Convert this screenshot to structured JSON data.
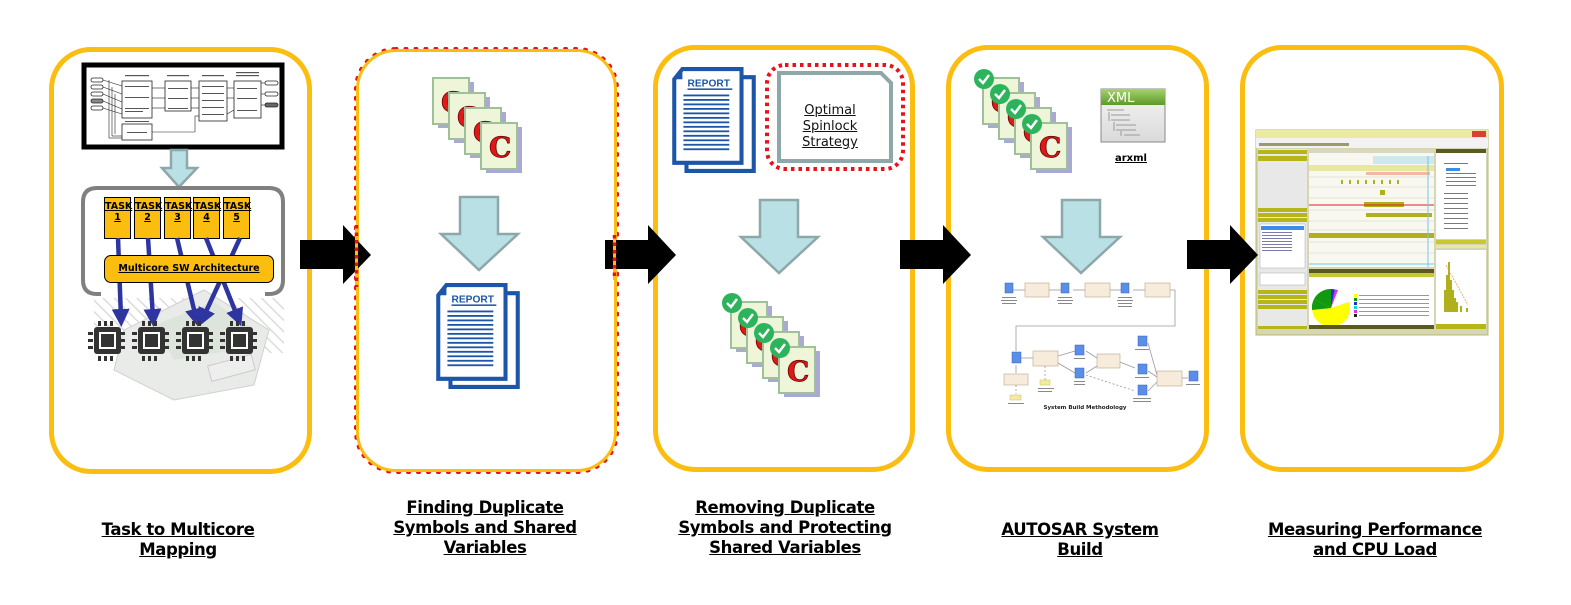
{
  "colors": {
    "stage_border": "#fbbd10",
    "highlight_border": "#e8131a",
    "down_arrow_fill": "#b9e0e4",
    "down_arrow_stroke": "#8ea7a9",
    "task_fill": "#fbbd10",
    "core_arrow": "#2e35a0",
    "report_blue": "#1d56a8",
    "check_green": "#2db35c",
    "c_red": "#e01818",
    "flow_arrow": "#000000"
  },
  "stages": [
    {
      "id": "task-mapping",
      "caption_lines": [
        "Task to Multicore",
        "Mapping"
      ],
      "tasks": [
        {
          "label": "TASK",
          "num": "1"
        },
        {
          "label": "TASK",
          "num": "2"
        },
        {
          "label": "TASK",
          "num": "3"
        },
        {
          "label": "TASK",
          "num": "4"
        },
        {
          "label": "TASK",
          "num": "5"
        }
      ],
      "architecture_label": "Multicore SW Architecture",
      "core_count": 4,
      "icons": [
        "block-diagram-icon",
        "down-arrow-icon",
        "cpu-core-icon",
        "ecu-hardware-icon"
      ]
    },
    {
      "id": "finding-duplicates",
      "caption_lines": [
        "Finding Duplicate",
        "Symbols and Shared",
        "Variables"
      ],
      "highlighted": true,
      "source_file_glyph": "C",
      "report_label": "REPORT"
    },
    {
      "id": "removing-duplicates",
      "caption_lines": [
        "Removing Duplicate",
        "Symbols and Protecting",
        "Shared Variables"
      ],
      "report_label": "REPORT",
      "strategy_lines": [
        "Optimal",
        "Spinlock",
        "Strategy"
      ],
      "source_file_glyph": "C"
    },
    {
      "id": "autosar-build",
      "caption_lines": [
        "AUTOSAR System",
        "Build"
      ],
      "source_file_glyph": "C",
      "xml_badge": "XML",
      "xml_file_label": "arxml",
      "methodology_caption": "System Build Methodology"
    },
    {
      "id": "measuring-performance",
      "caption_lines": [
        "Measuring Performance",
        "and CPU Load"
      ]
    }
  ]
}
